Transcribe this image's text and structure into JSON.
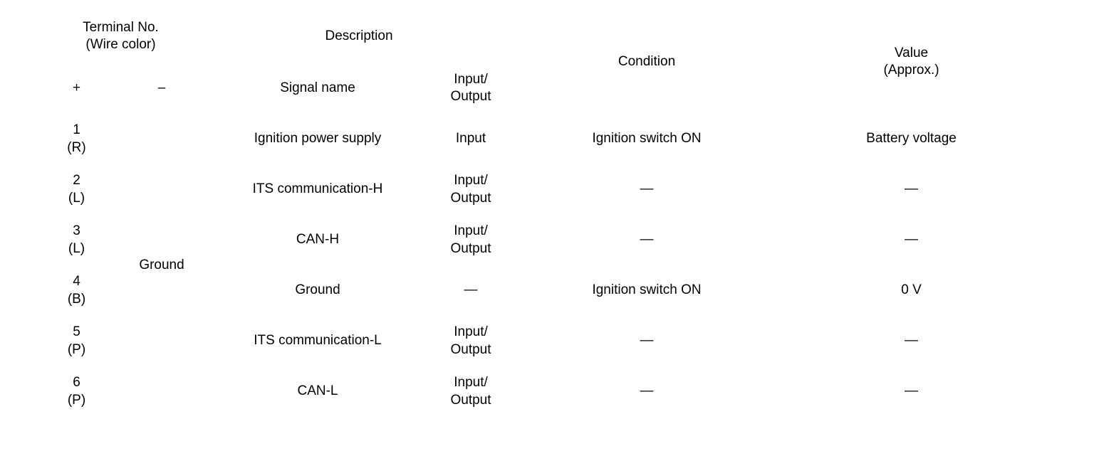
{
  "table": {
    "header": {
      "terminal_no": "Terminal No.",
      "terminal_no_sub": "(Wire color)",
      "description": "Description",
      "condition": "Condition",
      "value": "Value",
      "value_sub": "(Approx.)",
      "plus": "+",
      "minus": "–",
      "signal_name": "Signal name",
      "io_line1": "Input/",
      "io_line2": "Output"
    },
    "ground_label": "Ground",
    "rows": [
      {
        "terminal": "1",
        "wire_color": "(R)",
        "signal_name": "Ignition power supply",
        "io_line1": "Input",
        "io_line2": "",
        "condition": "Ignition switch ON",
        "value": "Battery voltage"
      },
      {
        "terminal": "2",
        "wire_color": "(L)",
        "signal_name": "ITS communication-H",
        "io_line1": "Input/",
        "io_line2": "Output",
        "condition": "—",
        "value": "—"
      },
      {
        "terminal": "3",
        "wire_color": "(L)",
        "signal_name": "CAN-H",
        "io_line1": "Input/",
        "io_line2": "Output",
        "condition": "—",
        "value": "—"
      },
      {
        "terminal": "4",
        "wire_color": "(B)",
        "signal_name": "Ground",
        "io_line1": "—",
        "io_line2": "",
        "condition": "Ignition switch ON",
        "value": "0 V"
      },
      {
        "terminal": "5",
        "wire_color": "(P)",
        "signal_name": "ITS communication-L",
        "io_line1": "Input/",
        "io_line2": "Output",
        "condition": "—",
        "value": "—"
      },
      {
        "terminal": "6",
        "wire_color": "(P)",
        "signal_name": "CAN-L",
        "io_line1": "Input/",
        "io_line2": "Output",
        "condition": "—",
        "value": "—"
      }
    ]
  }
}
